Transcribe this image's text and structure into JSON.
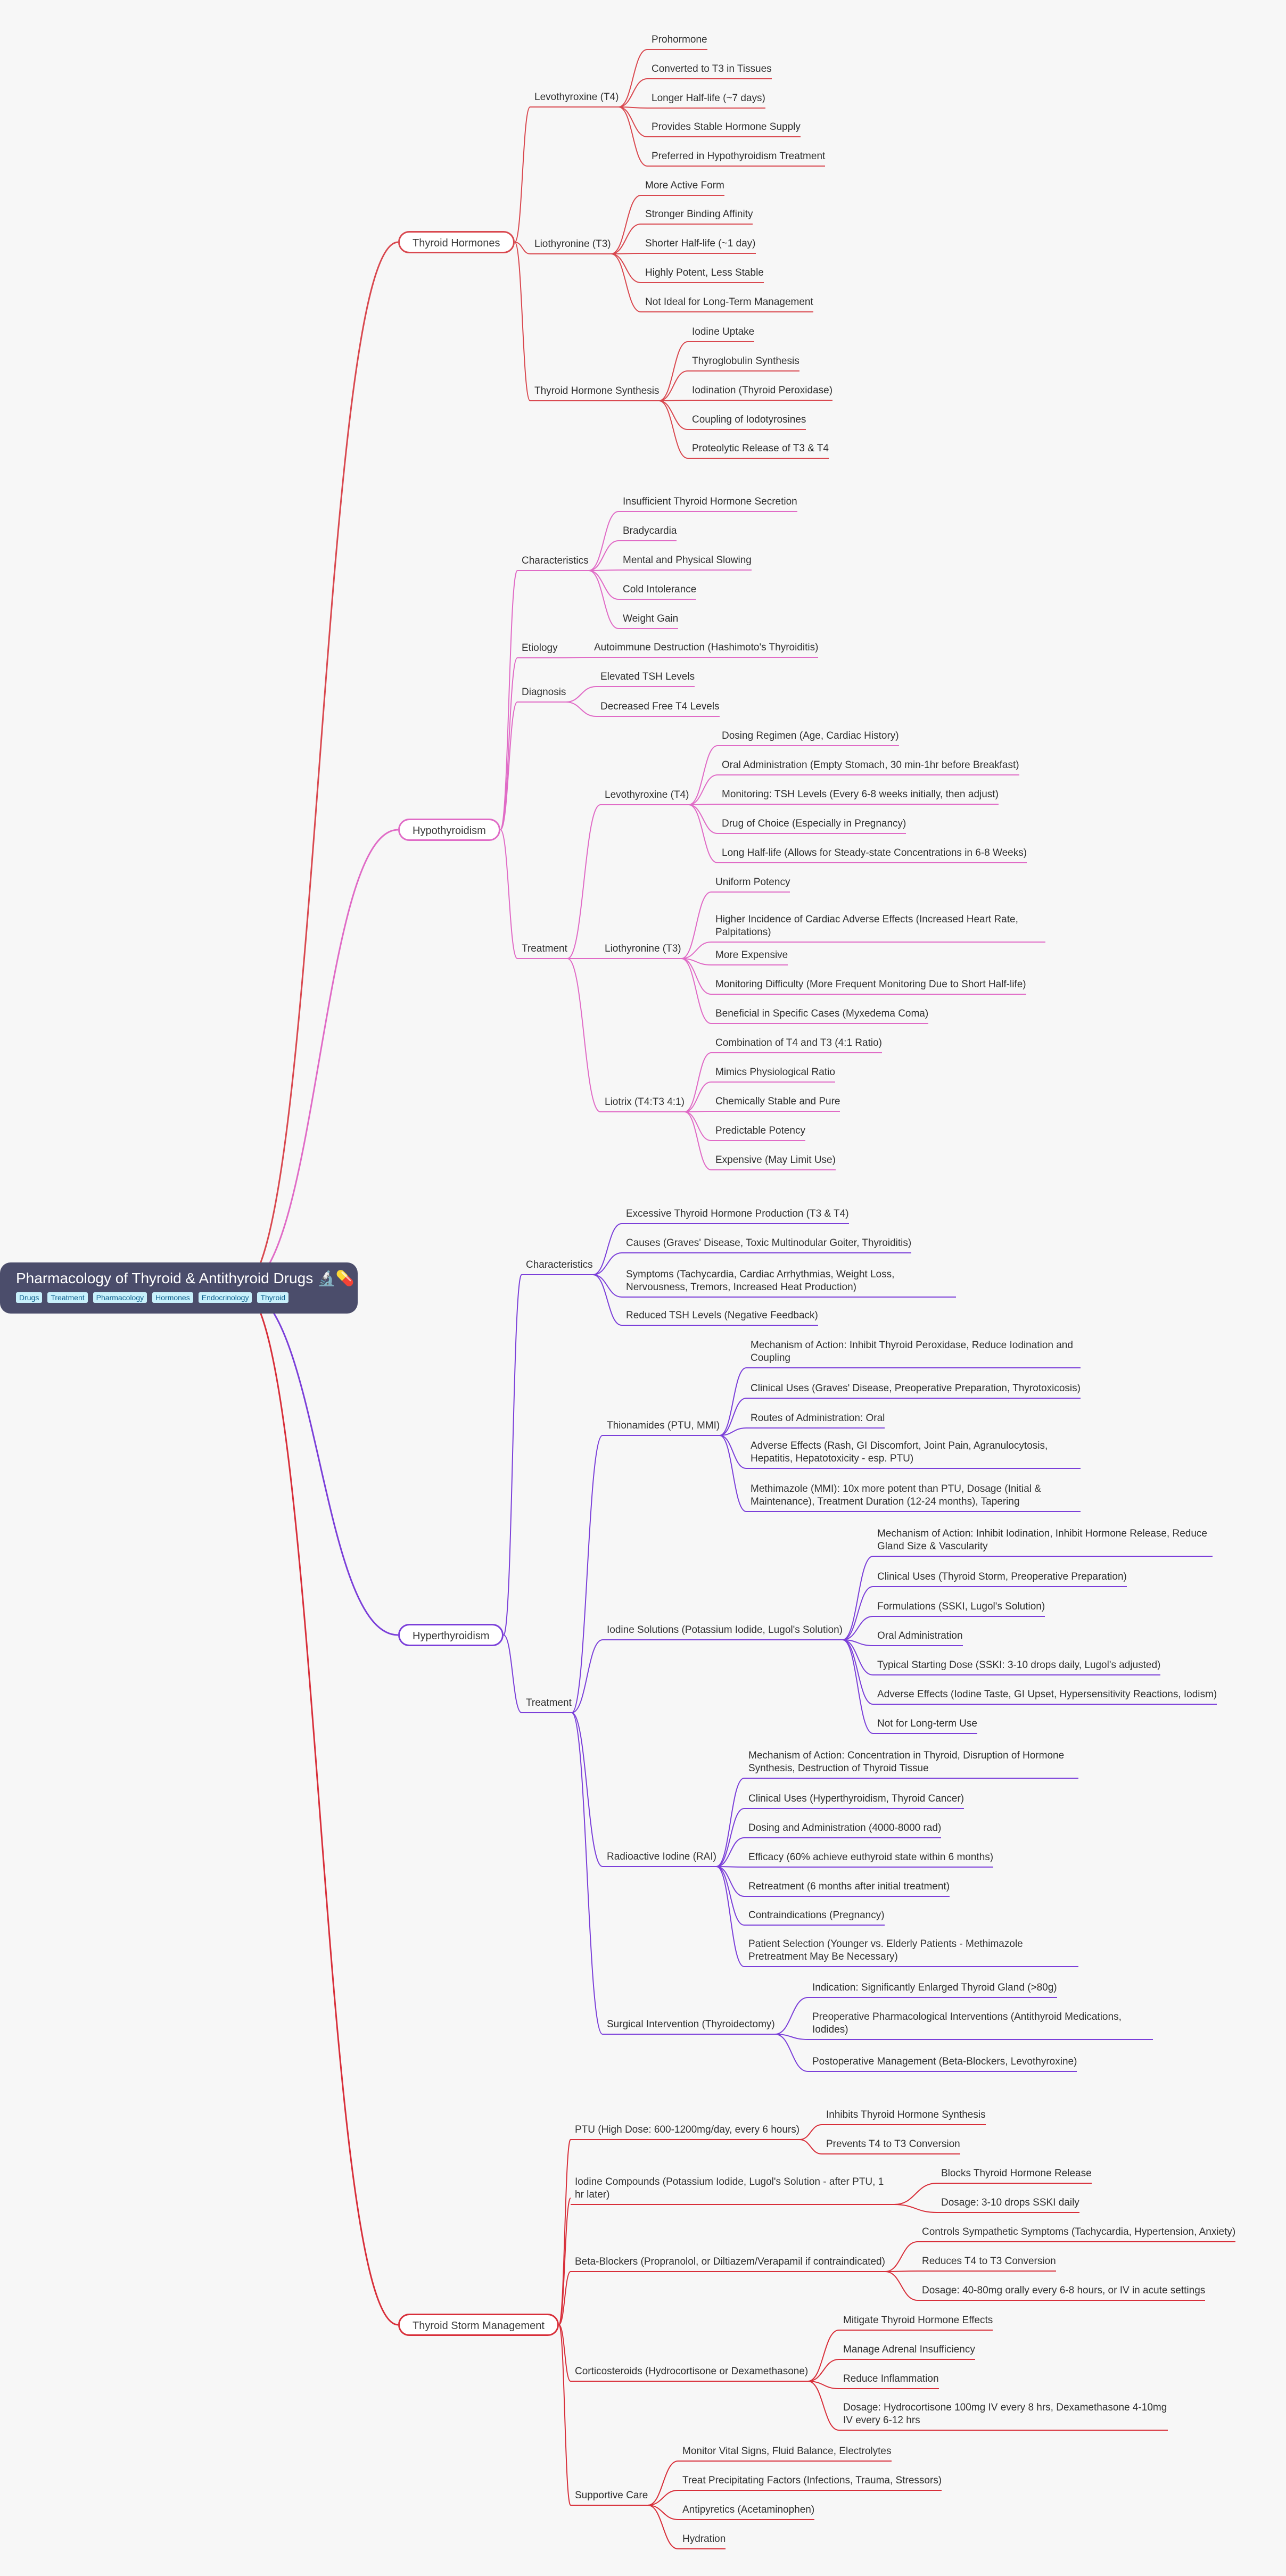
{
  "root": {
    "title": "Pharmacology of Thyroid & Antithyroid Drugs 🔬💊",
    "tags": [
      "Drugs",
      "Treatment",
      "Pharmacology",
      "Hormones",
      "Endocrinology",
      "Thyroid"
    ]
  },
  "colors": {
    "thyroid_hormones": "#d9484f",
    "hypothyroidism": "#e06bc6",
    "hyperthyroidism": "#7b3fd9",
    "thyroid_storm": "#d82f3a",
    "root_bg": "#4b4d6b",
    "tag_bg": "#c8f0fb"
  },
  "branches": [
    {
      "id": "thyroid-hormones",
      "label": "Thyroid Hormones",
      "color_key": "thyroid_hormones",
      "children": [
        {
          "label": "Levothyroxine (T4)",
          "children": [
            {
              "label": "Prohormone"
            },
            {
              "label": "Converted to T3 in Tissues"
            },
            {
              "label": "Longer Half-life (~7 days)"
            },
            {
              "label": "Provides Stable Hormone Supply"
            },
            {
              "label": "Preferred in Hypothyroidism Treatment"
            }
          ]
        },
        {
          "label": "Liothyronine (T3)",
          "children": [
            {
              "label": "More Active Form"
            },
            {
              "label": "Stronger Binding Affinity"
            },
            {
              "label": "Shorter Half-life (~1 day)"
            },
            {
              "label": "Highly Potent, Less Stable"
            },
            {
              "label": "Not Ideal for Long-Term Management"
            }
          ]
        },
        {
          "label": "Thyroid Hormone Synthesis",
          "children": [
            {
              "label": "Iodine Uptake"
            },
            {
              "label": "Thyroglobulin Synthesis"
            },
            {
              "label": "Iodination (Thyroid Peroxidase)"
            },
            {
              "label": "Coupling of Iodotyrosines"
            },
            {
              "label": "Proteolytic Release of T3 & T4"
            }
          ]
        }
      ]
    },
    {
      "id": "hypothyroidism",
      "label": "Hypothyroidism",
      "color_key": "hypothyroidism",
      "children": [
        {
          "label": "Characteristics",
          "children": [
            {
              "label": "Insufficient Thyroid Hormone Secretion"
            },
            {
              "label": "Bradycardia"
            },
            {
              "label": "Mental and Physical Slowing"
            },
            {
              "label": "Cold Intolerance"
            },
            {
              "label": "Weight Gain"
            }
          ]
        },
        {
          "label": "Etiology",
          "children": [
            {
              "label": "Autoimmune Destruction (Hashimoto's Thyroiditis)"
            }
          ]
        },
        {
          "label": "Diagnosis",
          "children": [
            {
              "label": "Elevated TSH Levels"
            },
            {
              "label": "Decreased Free T4 Levels"
            }
          ]
        },
        {
          "label": "Treatment",
          "children": [
            {
              "label": "Levothyroxine (T4)",
              "children": [
                {
                  "label": "Dosing Regimen (Age, Cardiac History)"
                },
                {
                  "label": "Oral Administration (Empty Stomach, 30 min-1hr before Breakfast)"
                },
                {
                  "label": "Monitoring: TSH Levels (Every 6-8 weeks initially, then adjust)"
                },
                {
                  "label": "Drug of Choice (Especially in Pregnancy)"
                },
                {
                  "label": "Long Half-life (Allows for Steady-state Concentrations in 6-8 Weeks)"
                }
              ]
            },
            {
              "label": "Liothyronine (T3)",
              "children": [
                {
                  "label": "Uniform Potency"
                },
                {
                  "label": "Higher Incidence of Cardiac Adverse Effects (Increased Heart Rate, Palpitations)"
                },
                {
                  "label": "More Expensive"
                },
                {
                  "label": "Monitoring Difficulty (More Frequent Monitoring Due to Short Half-life)"
                },
                {
                  "label": "Beneficial in Specific Cases (Myxedema Coma)"
                }
              ]
            },
            {
              "label": "Liotrix (T4:T3 4:1)",
              "children": [
                {
                  "label": "Combination of T4 and T3 (4:1 Ratio)"
                },
                {
                  "label": "Mimics Physiological Ratio"
                },
                {
                  "label": "Chemically Stable and Pure"
                },
                {
                  "label": "Predictable Potency"
                },
                {
                  "label": "Expensive (May Limit Use)"
                }
              ]
            }
          ]
        }
      ]
    },
    {
      "id": "hyperthyroidism",
      "label": "Hyperthyroidism",
      "color_key": "hyperthyroidism",
      "children": [
        {
          "label": "Characteristics",
          "children": [
            {
              "label": "Excessive Thyroid Hormone Production (T3 & T4)"
            },
            {
              "label": "Causes (Graves' Disease, Toxic Multinodular Goiter, Thyroiditis)"
            },
            {
              "label": "Symptoms (Tachycardia, Cardiac Arrhythmias, Weight Loss, Nervousness, Tremors, Increased Heat Production)"
            },
            {
              "label": "Reduced TSH Levels (Negative Feedback)"
            }
          ]
        },
        {
          "label": "Treatment",
          "children": [
            {
              "label": "Thionamides (PTU, MMI)",
              "children": [
                {
                  "label": "Mechanism of Action: Inhibit Thyroid Peroxidase, Reduce Iodination and Coupling"
                },
                {
                  "label": "Clinical Uses (Graves' Disease, Preoperative Preparation, Thyrotoxicosis)"
                },
                {
                  "label": "Routes of Administration: Oral"
                },
                {
                  "label": "Adverse Effects (Rash, GI Discomfort, Joint Pain, Agranulocytosis, Hepatitis, Hepatotoxicity - esp. PTU)"
                },
                {
                  "label": "Methimazole (MMI): 10x more potent than PTU, Dosage (Initial & Maintenance), Treatment Duration (12-24 months), Tapering"
                }
              ]
            },
            {
              "label": "Iodine Solutions (Potassium Iodide, Lugol's Solution)",
              "children": [
                {
                  "label": "Mechanism of Action: Inhibit Iodination, Inhibit Hormone Release, Reduce Gland Size & Vascularity"
                },
                {
                  "label": "Clinical Uses (Thyroid Storm, Preoperative Preparation)"
                },
                {
                  "label": "Formulations (SSKI, Lugol's Solution)"
                },
                {
                  "label": "Oral Administration"
                },
                {
                  "label": "Typical Starting Dose (SSKI: 3-10 drops daily, Lugol's adjusted)"
                },
                {
                  "label": "Adverse Effects (Iodine Taste, GI Upset, Hypersensitivity Reactions, Iodism)"
                },
                {
                  "label": "Not for Long-term Use"
                }
              ]
            },
            {
              "label": "Radioactive Iodine (RAI)",
              "children": [
                {
                  "label": "Mechanism of Action: Concentration in Thyroid, Disruption of Hormone Synthesis, Destruction of Thyroid Tissue"
                },
                {
                  "label": "Clinical Uses (Hyperthyroidism, Thyroid Cancer)"
                },
                {
                  "label": "Dosing and Administration (4000-8000 rad)"
                },
                {
                  "label": "Efficacy (60% achieve euthyroid state within 6 months)"
                },
                {
                  "label": "Retreatment (6 months after initial treatment)"
                },
                {
                  "label": "Contraindications (Pregnancy)"
                },
                {
                  "label": "Patient Selection (Younger vs. Elderly Patients - Methimazole Pretreatment May Be Necessary)"
                }
              ]
            },
            {
              "label": "Surgical Intervention (Thyroidectomy)",
              "children": [
                {
                  "label": "Indication: Significantly Enlarged Thyroid Gland (>80g)"
                },
                {
                  "label": "Preoperative Pharmacological Interventions (Antithyroid Medications, Iodides)"
                },
                {
                  "label": "Postoperative Management (Beta-Blockers, Levothyroxine)"
                }
              ]
            }
          ]
        }
      ]
    },
    {
      "id": "thyroid-storm",
      "label": "Thyroid Storm Management",
      "color_key": "thyroid_storm",
      "children": [
        {
          "label": "PTU (High Dose: 600-1200mg/day, every 6 hours)",
          "children": [
            {
              "label": "Inhibits Thyroid Hormone Synthesis"
            },
            {
              "label": "Prevents T4 to T3 Conversion"
            }
          ]
        },
        {
          "label": "Iodine Compounds (Potassium Iodide, Lugol's Solution - after PTU, 1 hr later)",
          "children": [
            {
              "label": "Blocks Thyroid Hormone Release"
            },
            {
              "label": "Dosage: 3-10 drops SSKI daily"
            }
          ]
        },
        {
          "label": "Beta-Blockers (Propranolol, or Diltiazem/Verapamil if contraindicated)",
          "children": [
            {
              "label": "Controls Sympathetic Symptoms (Tachycardia, Hypertension, Anxiety)"
            },
            {
              "label": "Reduces T4 to T3 Conversion"
            },
            {
              "label": "Dosage: 40-80mg orally every 6-8 hours, or IV in acute settings"
            }
          ]
        },
        {
          "label": "Corticosteroids (Hydrocortisone or Dexamethasone)",
          "children": [
            {
              "label": "Mitigate Thyroid Hormone Effects"
            },
            {
              "label": "Manage Adrenal Insufficiency"
            },
            {
              "label": "Reduce Inflammation"
            },
            {
              "label": "Dosage: Hydrocortisone 100mg IV every 8 hrs, Dexamethasone 4-10mg IV every 6-12 hrs"
            }
          ]
        },
        {
          "label": "Supportive Care",
          "children": [
            {
              "label": "Monitor Vital Signs, Fluid Balance, Electrolytes"
            },
            {
              "label": "Treat Precipitating Factors (Infections, Trauma, Stressors)"
            },
            {
              "label": "Antipyretics (Acetaminophen)"
            },
            {
              "label": "Hydration"
            }
          ]
        }
      ]
    }
  ]
}
